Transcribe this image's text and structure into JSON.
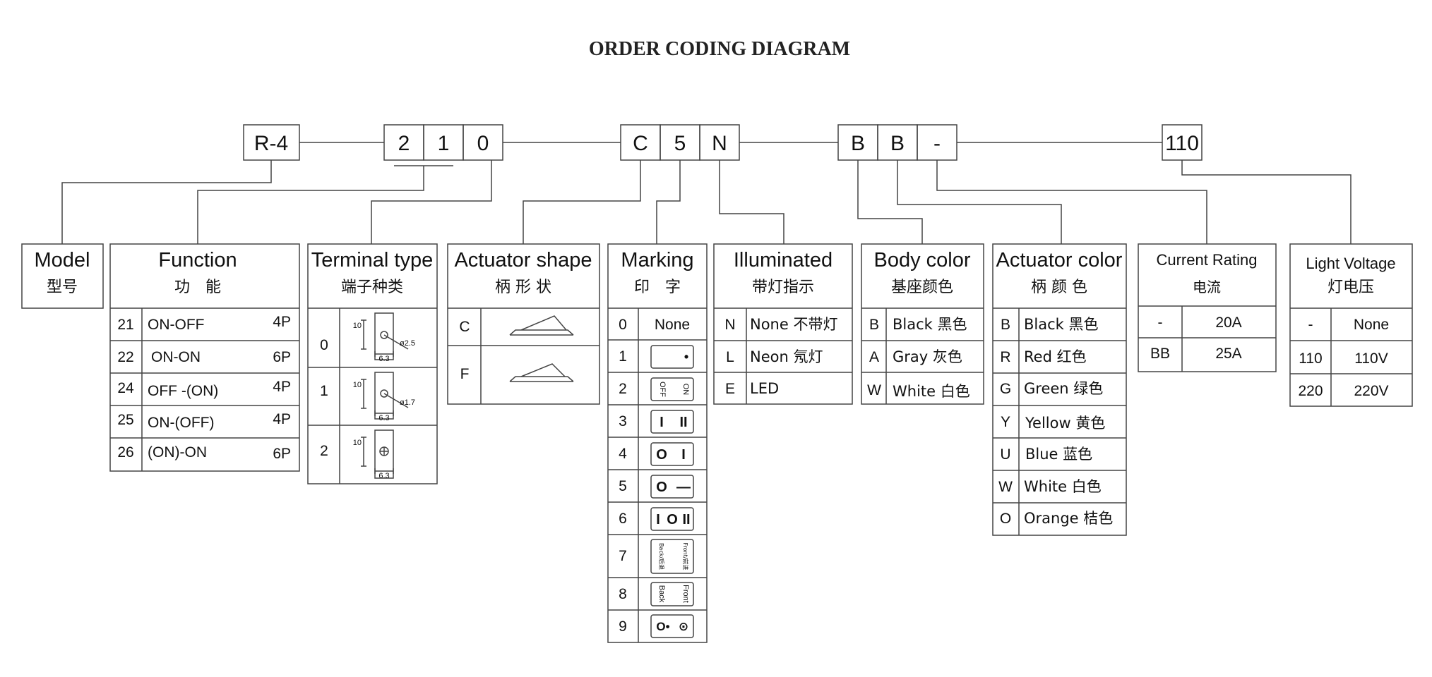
{
  "title": "ORDER CODING DIAGRAM",
  "code_boxes": {
    "model": "R-4",
    "func_1": "2",
    "func_2": "1",
    "terminal": "0",
    "shape": "C",
    "marking": "5",
    "illum": "N",
    "body": "B",
    "actuator": "B",
    "current": "-",
    "voltage": "110"
  },
  "model": {
    "title": "Model",
    "subtitle": "型号"
  },
  "function": {
    "title": "Function",
    "subtitle": "功　能",
    "rows": [
      {
        "code": "21",
        "label": "ON-OFF",
        "pins": "4P"
      },
      {
        "code": "22",
        "label": "ON-ON",
        "pins": "6P"
      },
      {
        "code": "24",
        "label": "OFF -(ON)",
        "pins": "4P"
      },
      {
        "code": "25",
        "label": "ON-(OFF)",
        "pins": "4P"
      },
      {
        "code": "26",
        "label": "(ON)-ON",
        "pins": "6P"
      }
    ]
  },
  "terminal": {
    "title": "Terminal type",
    "subtitle": "端子种类",
    "rows": [
      {
        "code": "0",
        "dim_h": "10",
        "dim_w": "6.3",
        "dia": "ø2.5"
      },
      {
        "code": "1",
        "dim_h": "10",
        "dim_w": "6.3",
        "dia": "ø1.7"
      },
      {
        "code": "2",
        "dim_h": "10",
        "dim_w": "6.3"
      }
    ]
  },
  "actuator_shape": {
    "title": "Actuator shape",
    "subtitle": "柄 形 状",
    "rows": [
      {
        "code": "C"
      },
      {
        "code": "F"
      }
    ]
  },
  "marking": {
    "title": "Marking",
    "subtitle": "印　字",
    "rows": [
      {
        "code": "0",
        "text": "None"
      },
      {
        "code": "1",
        "left": "",
        "right": "•"
      },
      {
        "code": "2",
        "left": "OFF",
        "right": "ON"
      },
      {
        "code": "3",
        "left": "I",
        "right": "II"
      },
      {
        "code": "4",
        "left": "O",
        "right": "I"
      },
      {
        "code": "5",
        "left": "O",
        "right": "—"
      },
      {
        "code": "6",
        "left": "I",
        "mid": "O",
        "right": "II"
      },
      {
        "code": "7",
        "left": "Back/后退",
        "right": "Front/前进"
      },
      {
        "code": "8",
        "left": "Back",
        "right": "Front"
      },
      {
        "code": "9",
        "left": "O•",
        "right": "⊙"
      }
    ]
  },
  "illuminated": {
    "title": "Illuminated",
    "subtitle": "带灯指示",
    "rows": [
      {
        "code": "N",
        "label": "None 不带灯"
      },
      {
        "code": "L",
        "label": "Neon 氖灯"
      },
      {
        "code": "E",
        "label": "LED"
      }
    ]
  },
  "body_color": {
    "title": "Body color",
    "subtitle": "基座颜色",
    "rows": [
      {
        "code": "B",
        "label": "Black 黑色"
      },
      {
        "code": "A",
        "label": "Gray 灰色"
      },
      {
        "code": "W",
        "label": "White 白色"
      }
    ]
  },
  "actuator_color": {
    "title": "Actuator color",
    "subtitle": "柄 颜 色",
    "rows": [
      {
        "code": "B",
        "label": "Black 黑色"
      },
      {
        "code": "R",
        "label": "Red  红色"
      },
      {
        "code": "G",
        "label": "Green 绿色"
      },
      {
        "code": "Y",
        "label": "Yellow 黄色"
      },
      {
        "code": "U",
        "label": "Blue  蓝色"
      },
      {
        "code": "W",
        "label": "White 白色"
      },
      {
        "code": "O",
        "label": "Orange 桔色"
      }
    ]
  },
  "current_rating": {
    "title": "Current Rating",
    "subtitle": "电流",
    "rows": [
      {
        "code": "-",
        "label": "20A"
      },
      {
        "code": "BB",
        "label": "25A"
      }
    ]
  },
  "light_voltage": {
    "title": "Light Voltage",
    "subtitle": "灯电压",
    "rows": [
      {
        "code": "-",
        "label": "None"
      },
      {
        "code": "110",
        "label": "110V"
      },
      {
        "code": "220",
        "label": "220V"
      }
    ]
  }
}
